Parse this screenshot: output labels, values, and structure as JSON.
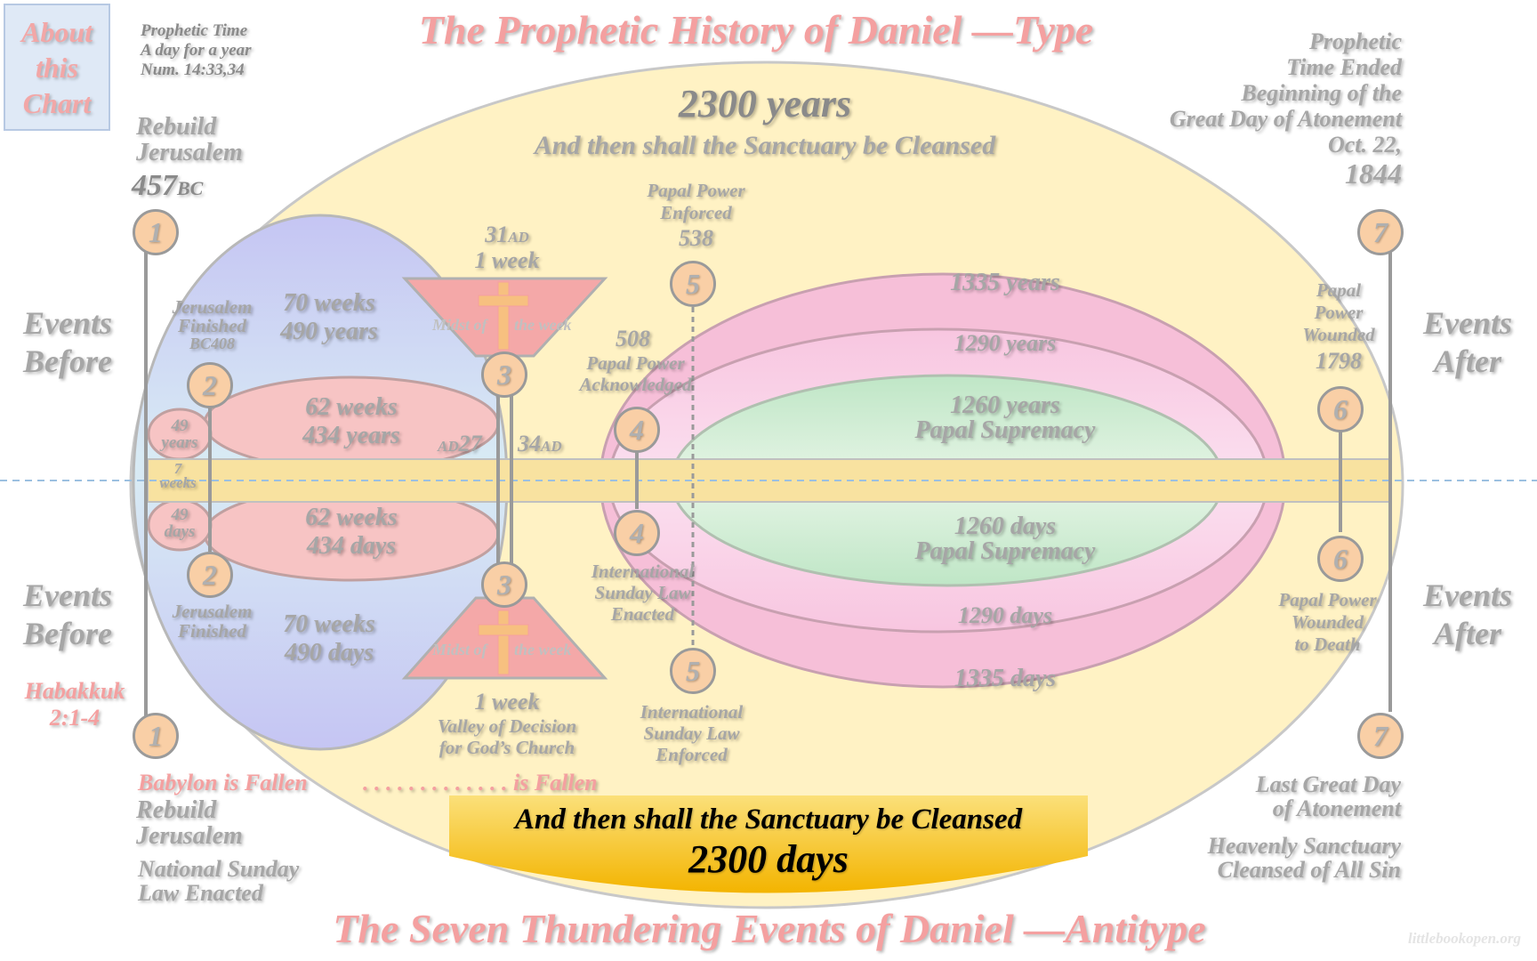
{
  "about": {
    "line1": "About",
    "line2": "this",
    "line3": "Chart"
  },
  "prophetic_time": {
    "line1": "Prophetic Time",
    "line2": "A day for a year",
    "line3": "Num. 14:33,34"
  },
  "title_top": "The Prophetic History of Daniel —Type",
  "title_bottom": "The Seven Thundering Events of Daniel —Antitype",
  "watermark": "littlebookopen.org",
  "top_center": {
    "years": "2300 years",
    "cleansed": "And then shall the Sanctuary be Cleansed"
  },
  "banner": {
    "line1": "And then shall the Sanctuary be Cleansed",
    "line2": "2300 days"
  },
  "top_right": {
    "l1": "Prophetic",
    "l2": "Time Ended",
    "l3": "Beginning of the",
    "l4": "Great Day of Atonement",
    "l5": "Oct. 22,",
    "l6": "1844"
  },
  "top_left": {
    "l1": "Rebuild",
    "l2": "Jerusalem",
    "year": "457",
    "era": "BC"
  },
  "events_before": {
    "l1": "Events",
    "l2": "Before"
  },
  "events_after": {
    "l1": "Events",
    "l2": "After"
  },
  "habakkuk": {
    "l1": "Habakkuk",
    "l2": "2:1-4"
  },
  "circles": {
    "c1": "1",
    "c2": "2",
    "c3": "3",
    "c4": "4",
    "c5": "5",
    "c6": "6",
    "c7": "7"
  },
  "upper": {
    "jerusalem_finished": {
      "l1": "Jerusalem",
      "l2": "Finished",
      "l3": "BC408"
    },
    "seventy_weeks": {
      "l1": "70 weeks",
      "l2": "490 years"
    },
    "sixty_two": {
      "l1": "62 weeks",
      "l2": "434 years"
    },
    "forty_nine": {
      "l1": "49",
      "l2": "years"
    },
    "seven_weeks": {
      "l1": "7",
      "l2": "weeks"
    },
    "ad31": {
      "num": "31",
      "era": "AD",
      "week": "1 week"
    },
    "ad27": {
      "era": "AD",
      "num": "27"
    },
    "ad34": {
      "num": "34",
      "era": "AD"
    },
    "midst_left": "Midst of",
    "midst_right": "the week",
    "papal_enforced": {
      "l1": "Papal Power",
      "l2": "Enforced",
      "l3": "538"
    },
    "papal_ack": {
      "l1": "508",
      "l2": "Papal Power",
      "l3": "Acknowledged"
    },
    "y1335": "1335 years",
    "y1290": "1290 years",
    "y1260": {
      "l1": "1260 years",
      "l2": "Papal Supremacy"
    },
    "papal_wounded": {
      "l1": "Papal",
      "l2": "Power",
      "l3": "Wounded",
      "l4": "1798"
    }
  },
  "lower": {
    "forty_nine": {
      "l1": "49",
      "l2": "days"
    },
    "sixty_two": {
      "l1": "62 weeks",
      "l2": "434 days"
    },
    "jerusalem_finished": {
      "l1": "Jerusalem",
      "l2": "Finished"
    },
    "seventy_weeks": {
      "l1": "70 weeks",
      "l2": "490 days"
    },
    "midst_left": "Midst of",
    "midst_right": "the week",
    "valley": {
      "l1": "1 week",
      "l2": "Valley of Decision",
      "l3": "for God’s Church"
    },
    "intl_enacted": {
      "l1": "International",
      "l2": "Sunday Law",
      "l3": "Enacted"
    },
    "intl_enforced": {
      "l1": "International",
      "l2": "Sunday Law",
      "l3": "Enforced"
    },
    "d1260": {
      "l1": "1260 days",
      "l2": "Papal Supremacy"
    },
    "d1290": "1290 days",
    "d1335": "1335 days",
    "papal_death": {
      "l1": "Papal Power",
      "l2": "Wounded",
      "l3": "to Death"
    }
  },
  "bottom_left": {
    "babylon": "Babylon is Fallen",
    "dots": ". . . . . . . . . . . . . is Fallen",
    "rebuild": {
      "l1": "Rebuild",
      "l2": "Jerusalem"
    },
    "national": {
      "l1": "National Sunday",
      "l2": "Law Enacted"
    }
  },
  "bottom_right": {
    "last_day": {
      "l1": "Last Great Day",
      "l2": "of Atonement"
    },
    "heavenly": {
      "l1": "Heavenly Sanctuary",
      "l2": "Cleansed of All Sin"
    }
  },
  "colors": {
    "outer_ellipse": "#fff2c6",
    "blue_ellipse": "#c9c9f2",
    "pink": "#f7c8d6",
    "green": "#cdeccd",
    "circle": "#f9cfa6",
    "banner": "#f6c320",
    "title": "#f4a0a0"
  }
}
